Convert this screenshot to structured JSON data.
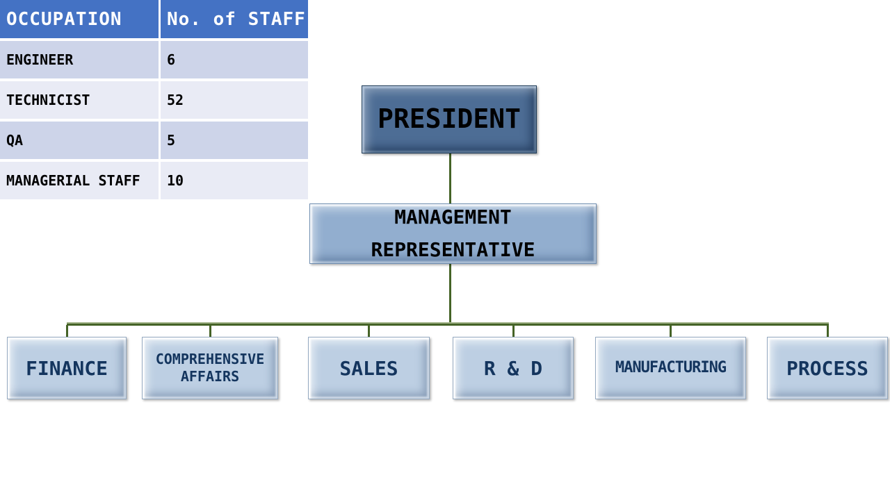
{
  "staff_table": {
    "headers": [
      "OCCUPATION",
      "No. of STAFF"
    ],
    "rows": [
      {
        "occupation": "ENGINEER",
        "count": "6"
      },
      {
        "occupation": "TECHNICIST",
        "count": "52"
      },
      {
        "occupation": "QA",
        "count": "5"
      },
      {
        "occupation": "MANAGERIAL STAFF",
        "count": "10"
      }
    ],
    "colors": {
      "header_bg": "#4472C4",
      "header_text": "#FFFFFF",
      "row_dark": "#CDD4E9",
      "row_light": "#E9EBF5"
    }
  },
  "org_chart": {
    "root": {
      "label": "PRESIDENT"
    },
    "level2": {
      "label": "MANAGEMENT REPRESENTATIVE"
    },
    "departments": [
      {
        "label": "FINANCE"
      },
      {
        "label": "COMPREHENSIVE AFFAIRS"
      },
      {
        "label": "SALES"
      },
      {
        "label": "R & D"
      },
      {
        "label": "MANUFACTURING"
      },
      {
        "label": "PROCESS"
      }
    ],
    "colors": {
      "root_fill": "#4D6D95",
      "level2_fill": "#92AECF",
      "dept_fill": "#BDCFE3",
      "dept_text": "#14355E",
      "connector": "#456327"
    }
  }
}
